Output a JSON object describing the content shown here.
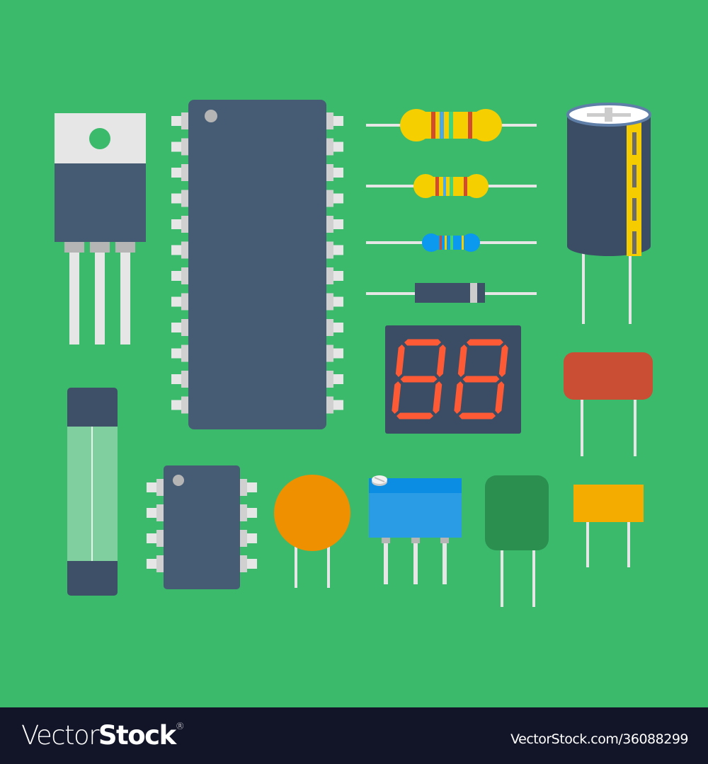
{
  "illustration": {
    "background_color": "#3BBA6C",
    "components": [
      {
        "name": "voltage-regulator-transistor",
        "body_color": "#455B73"
      },
      {
        "name": "integrated-circuit-24-pin",
        "body_color": "#465C74",
        "pins_per_side": 12
      },
      {
        "name": "resistor-large",
        "body_color": "#F5CF00",
        "bands": [
          "#D24B2E",
          "#49A9E8",
          "#45D37A",
          "#D24B2E"
        ]
      },
      {
        "name": "resistor-medium",
        "body_color": "#F5CF00",
        "bands": [
          "#D24B2E",
          "#49A9E8",
          "#45D37A",
          "#D24B2E"
        ]
      },
      {
        "name": "resistor-small",
        "body_color": "#0A99EE",
        "bands": [
          "#D24B2E",
          "#F5CF00",
          "#45D37A",
          "#F5CF00"
        ]
      },
      {
        "name": "diode",
        "body_color": "#3D5068"
      },
      {
        "name": "electrolytic-capacitor",
        "body_color": "#3B4D64",
        "stripe_color": "#F5CC00"
      },
      {
        "name": "seven-segment-display",
        "body_color": "#3B4D64",
        "segment_color": "#FF5A36",
        "digits": "88"
      },
      {
        "name": "film-capacitor-red",
        "body_color": "#C94E34"
      },
      {
        "name": "glass-fuse",
        "body_color": "#7FCF9F"
      },
      {
        "name": "integrated-circuit-8-pin",
        "body_color": "#465C74",
        "pins_per_side": 4
      },
      {
        "name": "ceramic-capacitor",
        "body_color": "#EE9000"
      },
      {
        "name": "trimmer-potentiometer",
        "body_color": "#2A9BE5"
      },
      {
        "name": "box-capacitor-green",
        "body_color": "#2B8F50"
      },
      {
        "name": "box-capacitor-yellow",
        "body_color": "#F5AC00"
      }
    ]
  },
  "watermark": {
    "logo_light": "Vector",
    "logo_bold": "Stock",
    "logo_mark": "®",
    "url": "VectorStock.com/36088299"
  }
}
